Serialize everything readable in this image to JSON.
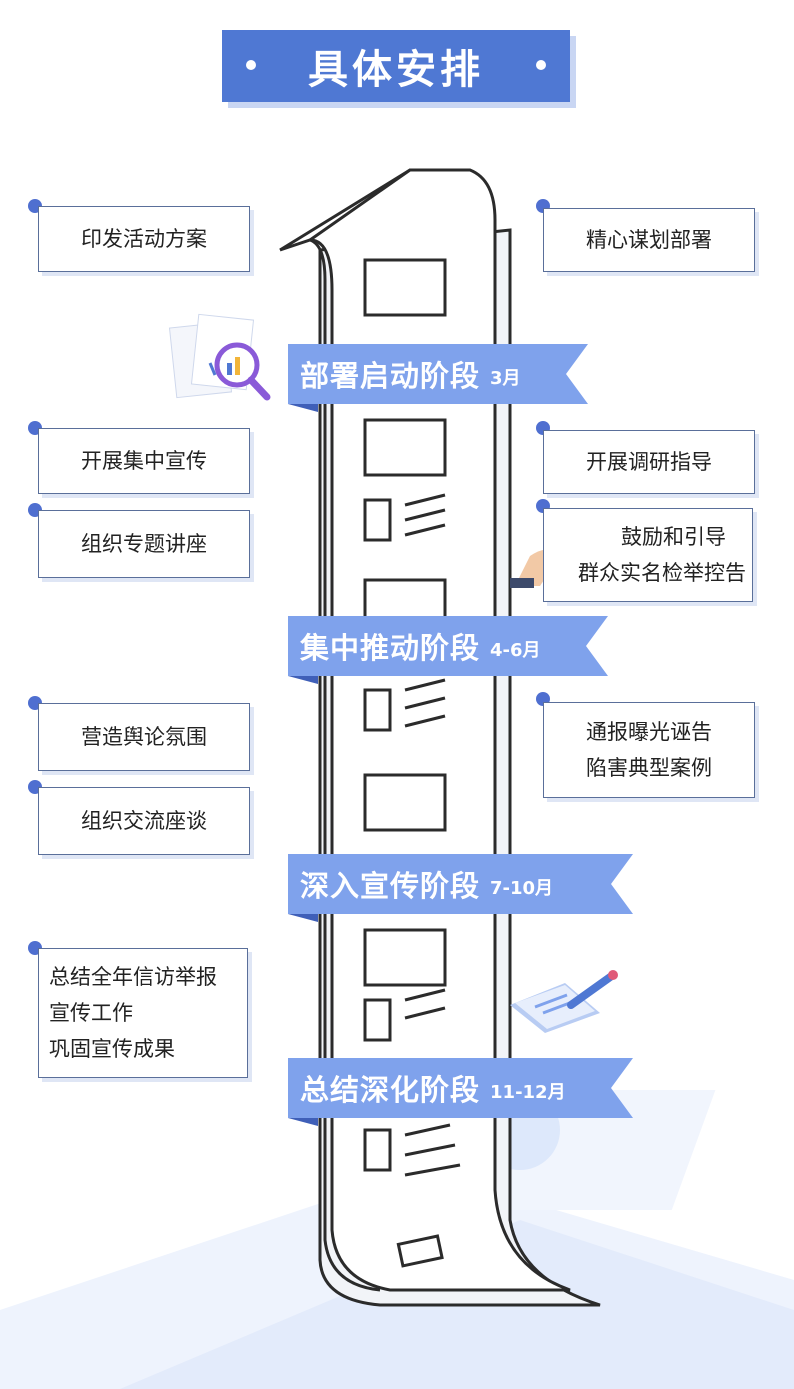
{
  "title": "具体安排",
  "stages": [
    {
      "name": "部署启动阶段",
      "month": "3月"
    },
    {
      "name": "集中推动阶段",
      "month": "4-6月"
    },
    {
      "name": "深入宣传阶段",
      "month": "7-10月"
    },
    {
      "name": "总结深化阶段",
      "month": "11-12月"
    }
  ],
  "left_items": [
    {
      "lines": [
        "印发活动方案"
      ]
    },
    {
      "lines": [
        "开展集中宣传"
      ]
    },
    {
      "lines": [
        "组织专题讲座"
      ]
    },
    {
      "lines": [
        "营造舆论氛围"
      ]
    },
    {
      "lines": [
        "组织交流座谈"
      ]
    },
    {
      "lines": [
        "总结全年信访举报",
        "宣传工作",
        "巩固宣传成果"
      ]
    }
  ],
  "right_items": [
    {
      "lines": [
        "精心谋划部署"
      ]
    },
    {
      "lines": [
        "开展调研指导"
      ]
    },
    {
      "lines": [
        "鼓励和引导",
        "群众实名检举控告"
      ]
    },
    {
      "lines": [
        "通报曝光诬告",
        "陷害典型案例"
      ]
    }
  ],
  "colors": {
    "primary": "#4f78d3",
    "ribbon": "#7fa2ec",
    "border": "#5a6f9a",
    "dot": "#4f6fd0"
  }
}
